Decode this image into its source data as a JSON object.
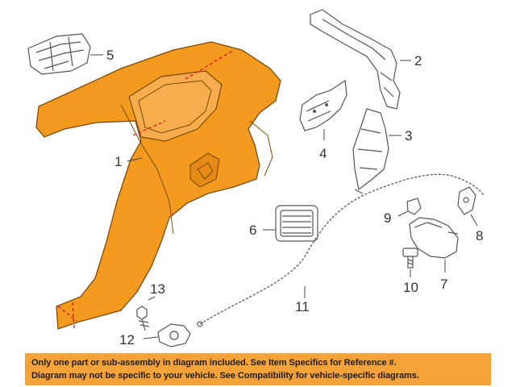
{
  "diagram": {
    "callouts": {
      "c1": "1",
      "c2": "2",
      "c3": "3",
      "c4": "4",
      "c5": "5",
      "c6": "6",
      "c7": "7",
      "c8": "8",
      "c9": "9",
      "c10": "10",
      "c11": "11",
      "c12": "12",
      "c13": "13"
    },
    "colors": {
      "highlight_part": "#f49a1e",
      "highlight_stroke": "#7a4a08",
      "line_art": "#555555",
      "banner_bg": "#f5a238"
    }
  },
  "banner": {
    "line1": "Only one part or sub-assembly in diagram included. See Item Specifics for Reference #.",
    "line2": "Diagram may not be specific to your vehicle. See Compatibility for vehicle-specific diagrams."
  }
}
